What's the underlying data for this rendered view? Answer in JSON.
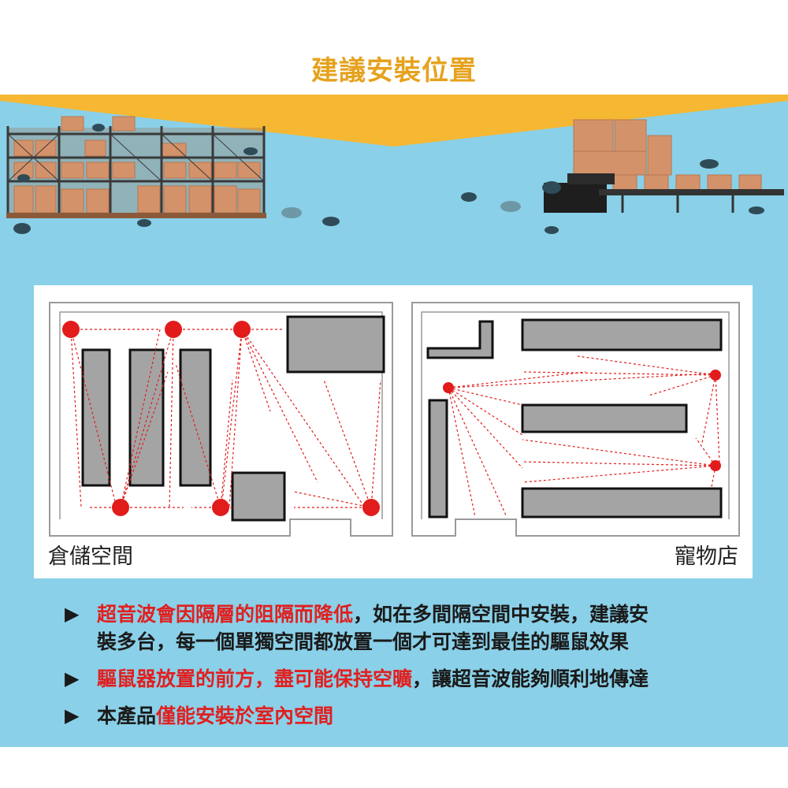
{
  "header": {
    "title": "建議安裝位置"
  },
  "plans": {
    "warehouse_label": "倉儲空間",
    "petshop_label": "寵物店"
  },
  "notes": [
    {
      "parts": [
        {
          "text": "超音波會因隔層的阻隔而降低",
          "emphasis": true
        },
        {
          "text": "，如在多間隔空間中安裝，建議安",
          "emphasis": false
        }
      ],
      "continuation": "裝多台，每一個單獨空間都放置一個才可達到最佳的驅鼠效果"
    },
    {
      "parts": [
        {
          "text": "驅鼠器放置的前方，盡可能保持空曠",
          "emphasis": true
        },
        {
          "text": "，讓超音波能夠順利地傳達",
          "emphasis": false
        }
      ]
    },
    {
      "parts": [
        {
          "text": "本產品",
          "emphasis": false
        },
        {
          "text": "僅能安裝於室內空間",
          "emphasis": true
        }
      ]
    }
  ],
  "colors": {
    "title": "#e6a21e",
    "banner": "#f6b733",
    "background": "#8ad0e8",
    "device_dot": "#e21b1b",
    "emphasis_text": "#e02020"
  },
  "icons": {
    "bullet": "right-triangle-arrow",
    "device": "red-dot"
  }
}
